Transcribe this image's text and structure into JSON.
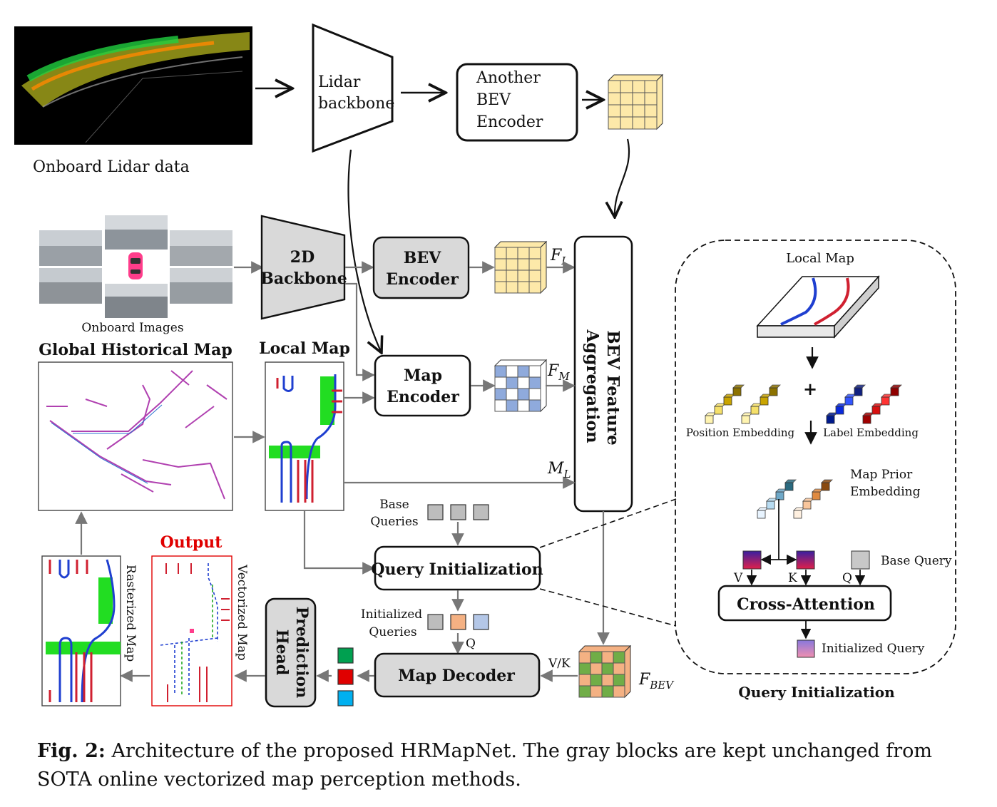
{
  "top": {
    "lidar_caption": "Onboard Lidar data",
    "lidar_backbone": [
      "Lidar",
      "backbone"
    ],
    "another_bev": [
      "Another",
      "BEV",
      "Encoder"
    ]
  },
  "main": {
    "onboard_images": "Onboard Images",
    "backbone_2d": [
      "2D",
      "Backbone"
    ],
    "bev_encoder": [
      "BEV",
      "Encoder"
    ],
    "map_encoder": [
      "Map",
      "Encoder"
    ],
    "bev_feature_aggregation": [
      "BEV Feature",
      "Aggregation"
    ],
    "global_map_title": "Global Historical Map",
    "local_map_title": "Local Map",
    "f_i": "F",
    "f_i_sub": "I",
    "f_m": "F",
    "f_m_sub": "M",
    "m_l": "M",
    "m_l_sub": "L",
    "base_queries": [
      "Base",
      "Queries"
    ],
    "query_initialization": "Query Initialization",
    "initialized_queries": [
      "Initialized",
      "Queries"
    ],
    "q_label": "Q",
    "vk_label": "V/K",
    "map_decoder": "Map Decoder",
    "f_bev": "F",
    "f_bev_sub": "BEV",
    "prediction_head": [
      "Prediction",
      "Head"
    ],
    "output_title": "Output",
    "vectorized_map": "Vectorized Map",
    "rasterized_map": "Rasterized Map"
  },
  "panel": {
    "local_map": "Local Map",
    "plus": "+",
    "position_embedding": "Position Embedding",
    "label_embedding": "Label Embedding",
    "map_prior_embedding": [
      "Map Prior",
      "Embedding"
    ],
    "base_query": "Base Query",
    "v": "V",
    "k": "K",
    "q": "Q",
    "cross_attention": "Cross-Attention",
    "initialized_query": "Initialized Query",
    "title": "Query Initialization"
  },
  "caption": {
    "label": "Fig. 2:",
    "text": "Architecture of the proposed HRMapNet. The gray blocks are kept unchanged from SOTA online vectorized map perception methods."
  },
  "colors": {
    "gray_block": "#d9d9d9",
    "grid_yellow": "#fde9a9",
    "grid_blue": "#8faadc",
    "grid_green": "#70ad47",
    "grid_orange": "#f4b183",
    "output_red": "#e00000",
    "lane_blue": "#1f3fd0",
    "lane_red": "#d02030",
    "lane_green": "#22dd22"
  }
}
